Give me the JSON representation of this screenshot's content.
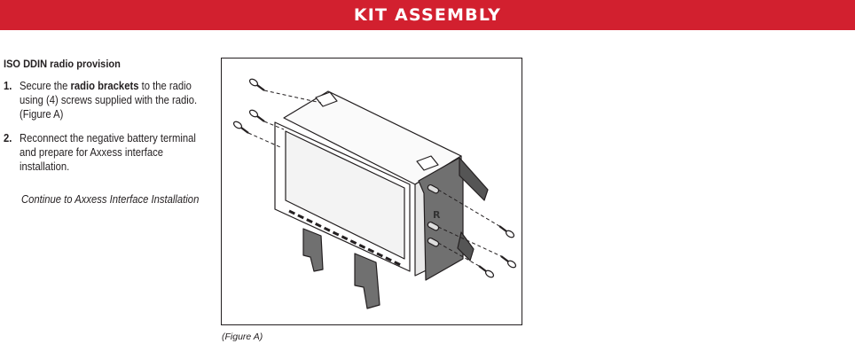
{
  "header": {
    "title": "KIT ASSEMBLY"
  },
  "section": {
    "title": "ISO DDIN radio provision",
    "steps": [
      {
        "number": "1.",
        "text_before": "Secure the ",
        "bold": "radio brackets",
        "text_after": " to the radio using (4) screws supplied with the radio. (Figure A)"
      },
      {
        "number": "2.",
        "text": "Reconnect the negative battery terminal and prepare for Axxess interface installation."
      }
    ],
    "continue_note": "Continue to Axxess Interface Installation"
  },
  "figure": {
    "caption": "(Figure A)",
    "bracket_mark": "R"
  },
  "colors": {
    "banner": "#d2202f",
    "text": "#231f20"
  }
}
